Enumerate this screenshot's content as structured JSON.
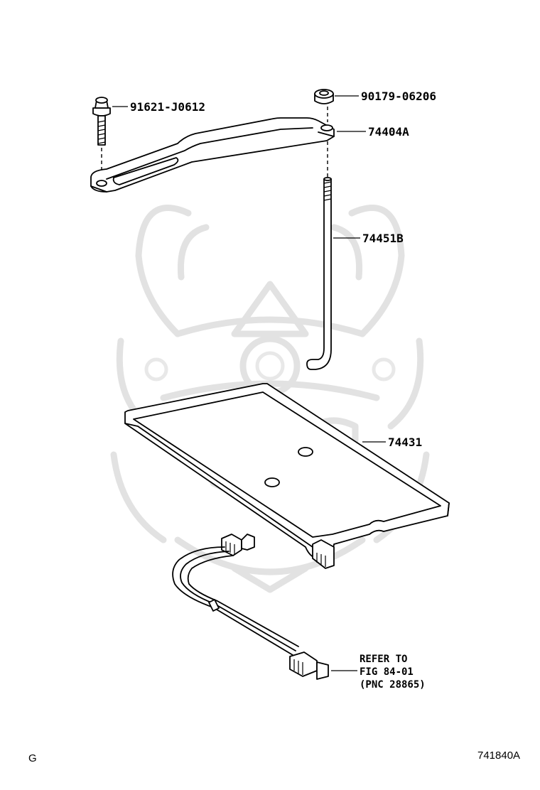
{
  "parts": {
    "bolt": "91621-J0612",
    "nut": "90179-06206",
    "clamp": "74404A",
    "rod": "74451B",
    "tray": "74431"
  },
  "reference": {
    "line1": "REFER TO",
    "line2": "FIG 84-01",
    "line3": "(PNC 28865)"
  },
  "footer": {
    "left": "G",
    "right": "741840A"
  },
  "colors": {
    "line": "#000000",
    "watermark": "#e2e2e2",
    "background": "#ffffff"
  }
}
